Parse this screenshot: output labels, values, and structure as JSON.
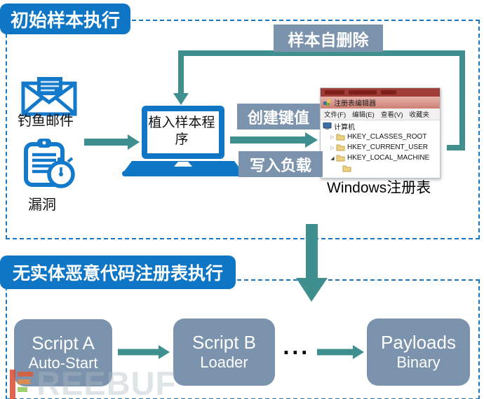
{
  "colors": {
    "blue": "#0f76c5",
    "dash_blue": "#1b76c1",
    "teal_arrow": "#3f8f8e",
    "slate": "#7b93ac",
    "registry_red": "#a03c36"
  },
  "section_initial": {
    "title": "初始样本执行",
    "email_label": "钓鱼邮件",
    "vuln_label": "漏洞",
    "laptop_label": "植入样本程序",
    "self_delete_label": "样本自删除",
    "create_key_label": "创建键值",
    "write_payload_label": "写入负载",
    "registry_caption": "Windows注册表",
    "registry_window": {
      "title": "注册表编辑器",
      "menu": [
        "文件(F)",
        "编辑(E)",
        "查看(V)",
        "收藏夹"
      ],
      "tree": [
        "计算机",
        "HKEY_CLASSES_ROOT",
        "HKEY_CURRENT_USER",
        "HKEY_LOCAL_MACHINE"
      ]
    }
  },
  "section_registry_exec": {
    "title": "无实体恶意代码注册表执行",
    "nodes": [
      {
        "line1": "Script A",
        "line2": "Auto-Start"
      },
      {
        "line1": "Script B",
        "line2": "Loader"
      },
      {
        "line1": "Payloads",
        "line2": "Binary"
      }
    ],
    "ellipsis": "..."
  },
  "watermark": {
    "text": "REEBUF"
  },
  "icons": {
    "email": "envelope-letter",
    "vulnerability": "clipboard-stopwatch",
    "laptop": "laptop",
    "registry_app": "registry-cubes",
    "computer": "computer-monitor",
    "folder": "folder",
    "logo": "freebuf-bars"
  }
}
